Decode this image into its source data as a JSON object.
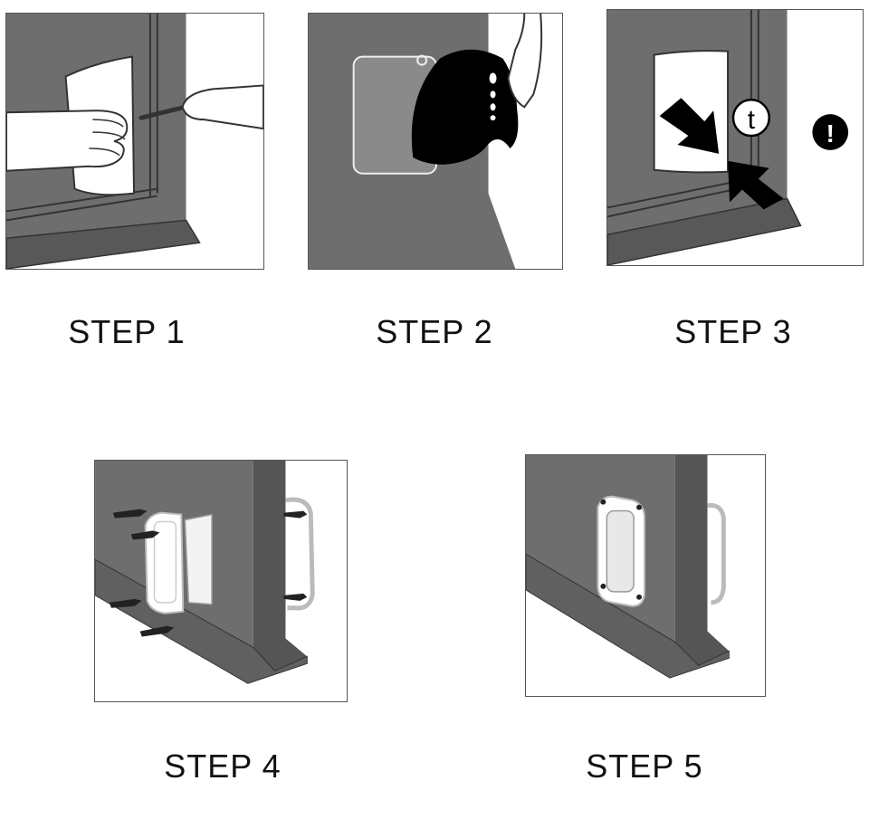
{
  "steps": [
    {
      "label": "STEP 1"
    },
    {
      "label": "STEP 2"
    },
    {
      "label": "STEP 3"
    },
    {
      "label": "STEP 4"
    },
    {
      "label": "STEP 5"
    }
  ],
  "step3_badges": {
    "left": "t",
    "right": "!"
  },
  "colors": {
    "wall": "#6e6e6e",
    "line": "#333333",
    "ink": "#000000",
    "paper": "#ffffff"
  }
}
